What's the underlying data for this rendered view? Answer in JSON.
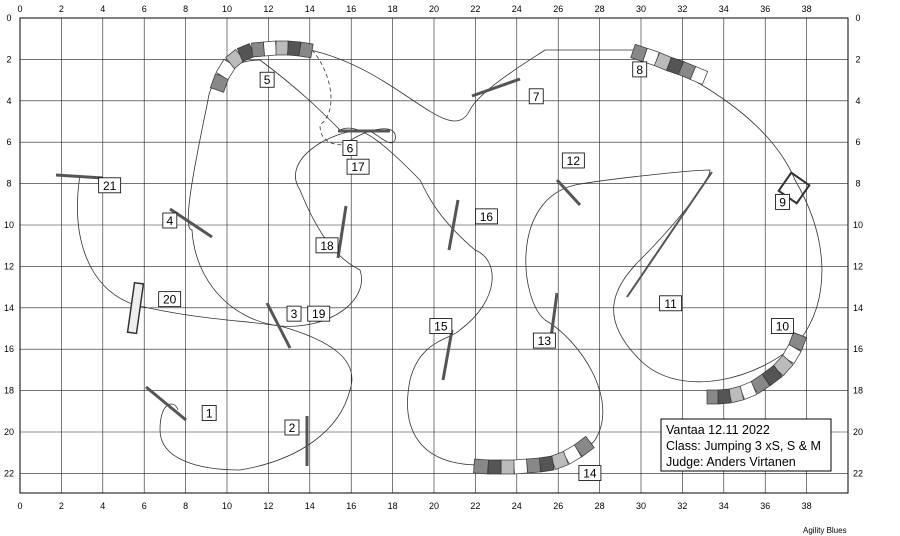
{
  "x_ticks": [
    "0",
    "2",
    "4",
    "6",
    "8",
    "10",
    "12",
    "14",
    "16",
    "18",
    "20",
    "22",
    "24",
    "26",
    "28",
    "30",
    "32",
    "34",
    "36",
    "38"
  ],
  "y_ticks": [
    "0",
    "2",
    "4",
    "6",
    "8",
    "10",
    "12",
    "14",
    "16",
    "18",
    "20",
    "22"
  ],
  "info": {
    "line1": "Vantaa 12.11 2022",
    "line2": "Class: Jumping 3 xS, S & M",
    "line3": "Judge: Anders Virtanen"
  },
  "credit": "Agility Blues",
  "obstacle_labels": [
    {
      "text": "1",
      "gx": 8.8,
      "gy": 19.3
    },
    {
      "text": "2",
      "gx": 12.8,
      "gy": 20.0
    },
    {
      "text": "3",
      "gx": 12.9,
      "gy": 14.5
    },
    {
      "text": "19",
      "gx": 13.9,
      "gy": 14.5
    },
    {
      "text": "4",
      "gx": 6.9,
      "gy": 10.0
    },
    {
      "text": "5",
      "gx": 11.6,
      "gy": 3.2
    },
    {
      "text": "6",
      "gx": 15.6,
      "gy": 6.5
    },
    {
      "text": "17",
      "gx": 15.8,
      "gy": 7.4
    },
    {
      "text": "7",
      "gx": 24.6,
      "gy": 4.0
    },
    {
      "text": "8",
      "gx": 29.6,
      "gy": 2.7
    },
    {
      "text": "9",
      "gx": 36.5,
      "gy": 9.1
    },
    {
      "text": "10",
      "gx": 36.3,
      "gy": 15.1
    },
    {
      "text": "11",
      "gx": 30.9,
      "gy": 14.0
    },
    {
      "text": "12",
      "gx": 26.2,
      "gy": 7.1
    },
    {
      "text": "13",
      "gx": 24.8,
      "gy": 15.8
    },
    {
      "text": "14",
      "gx": 27.0,
      "gy": 22.2
    },
    {
      "text": "15",
      "gx": 19.8,
      "gy": 15.1
    },
    {
      "text": "16",
      "gx": 22.0,
      "gy": 9.8
    },
    {
      "text": "18",
      "gx": 14.3,
      "gy": 11.2
    },
    {
      "text": "20",
      "gx": 6.7,
      "gy": 13.8
    },
    {
      "text": "21",
      "gx": 3.8,
      "gy": 8.3
    }
  ]
}
